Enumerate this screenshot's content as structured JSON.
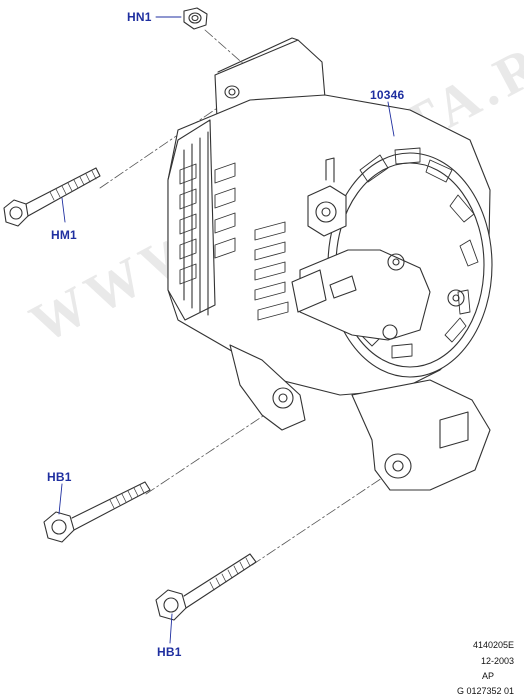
{
  "diagram": {
    "callouts": {
      "hn1": "HN1",
      "part_10346": "10346",
      "hm1": "HM1",
      "hb1_upper": "HB1",
      "hb1_lower": "HB1"
    },
    "footer": {
      "ref_code": "4140205E",
      "date": "12-2003",
      "region": "AP",
      "serial": "G 0127352 01"
    },
    "watermark_text": "WWW.EPCDATA.RU",
    "colors": {
      "callout_text": "#1f2fa0",
      "line_art": "#333333",
      "leader": "#555555"
    }
  }
}
